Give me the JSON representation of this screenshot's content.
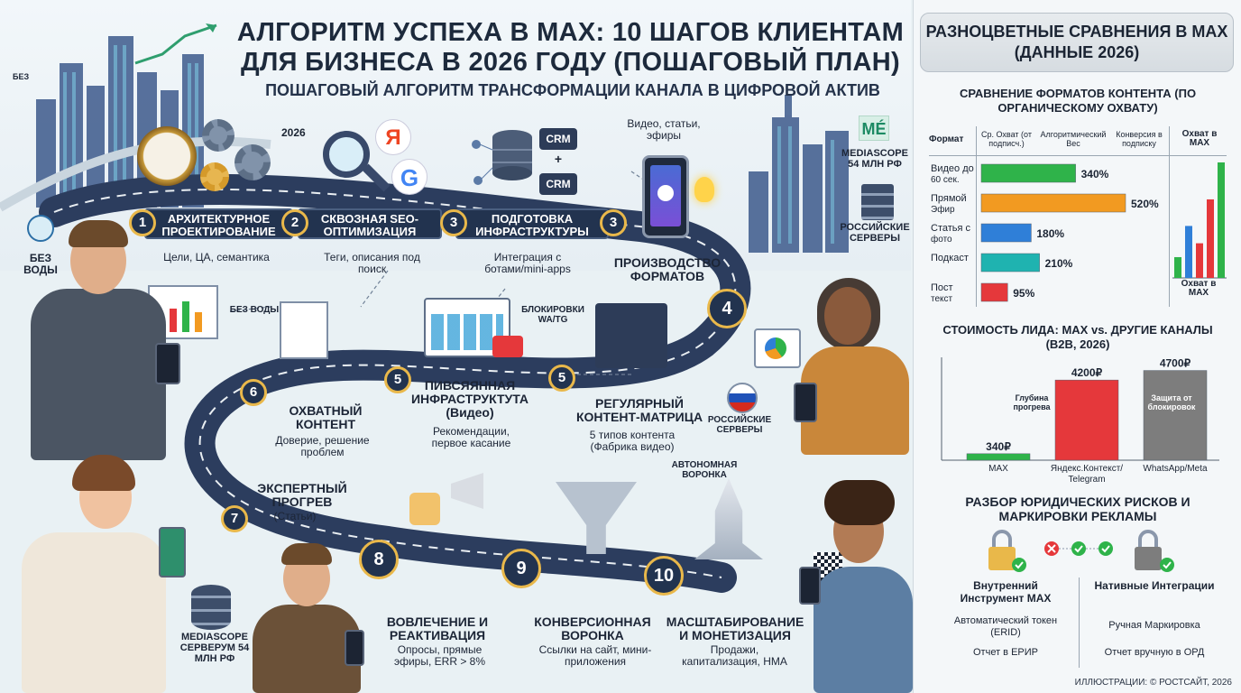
{
  "header": {
    "title_line1": "АЛГОРИТМ УСПЕХА В MAX: 10 ШАГОВ КЛИЕНТАМ",
    "title_line2": "ДЛЯ БИЗНЕСА В 2026 ГОДУ (ПОШАГОВЫЙ ПЛАН)",
    "subtitle": "ПОШАГОВЫЙ АЛГОРИТМ ТРАНСФОРМАЦИИ КАНАЛА В ЦИФРОВОЙ АКТИВ"
  },
  "illustration": {
    "year_tag": "2026",
    "top_left_tag": "БЕЗ",
    "water_label": "БЕЗ ВОДЫ",
    "water_label_2": "БЕЗ ВОДЫ",
    "video_label": "Видео, статьи, эфиры",
    "crm_1": "CRM",
    "crm_plus": "+",
    "crm_2": "CRM",
    "mediascope_logo": "MÉ",
    "mediascope_top": "MEDIASCOPE 54 МЛН РФ",
    "russian_servers_top": "РОССИЙСКИЕ СЕРВЕРЫ",
    "block_label": "БЛОКИРОВКИ WA/TG",
    "russian_servers_mid": "РОССИЙСКИЕ СЕРВЕРЫ",
    "autonomous_funnel": "АВТОНОМНАЯ ВОРОНКА",
    "mediascope_bottom": "MEDIASCOPE СЕРВЕРУМ 54 МЛН РФ",
    "yandex_letter": "Я",
    "google_letter": "G"
  },
  "steps": {
    "s1": {
      "num": "1",
      "title": "АРХИТЕКТУРНОЕ ПРОЕКТИРОВАНИЕ",
      "desc": "Цели, ЦА, семантика"
    },
    "s2": {
      "num": "2",
      "title": "СКВОЗНАЯ SEO-ОПТИМИЗАЦИЯ",
      "desc": "Теги, описания под поиск"
    },
    "s3": {
      "num": "3",
      "title": "ПОДГОТОВКА ИНФРАСТРУКТУРЫ",
      "desc": "Интеграция с ботами/mini-apps"
    },
    "s3b": {
      "num": "3"
    },
    "s4": {
      "num": "4",
      "title": "ПРОИЗВОДСТВО ФОРМАТОВ"
    },
    "s5a": {
      "num": "5",
      "title": "ПИВСЯЯННАЯ ИНФРАСТРУКТУТА (Видео)",
      "desc": "Рекомендации, первое касание"
    },
    "s5b": {
      "num": "5",
      "title": "РЕГУЛЯРНЫЙ КОНТЕНТ-МАТРИЦА",
      "desc": "5 типов контента (Фабрика видео)"
    },
    "s6": {
      "num": "6",
      "title": "ОХВАТНЫЙ КОНТЕНТ",
      "desc": "Доверие, решение проблем"
    },
    "s7": {
      "num": "7",
      "title": "ЭКСПЕРТНЫЙ ПРОГРЕВ",
      "desc": "(Статьи)"
    },
    "s8": {
      "num": "8",
      "title": "ВОВЛЕЧЕНИЕ И РЕАКТИВАЦИЯ",
      "desc": "Опросы, прямые эфиры, ERR > 8%"
    },
    "s9": {
      "num": "9",
      "title": "КОНВЕРСИОННАЯ ВОРОНКА",
      "desc": "Ссылки на сайт, мини-приложения"
    },
    "s10": {
      "num": "10",
      "title": "МАСШТАБИРОВАНИЕ И МОНЕТИЗАЦИЯ",
      "desc": "Продажи, капитализация, НМА"
    }
  },
  "panel": {
    "title": "РАЗНОЦВЕТНЫЕ СРАВНЕНИЯ В MAX (ДАННЫЕ 2026)",
    "table_title": "СРАВНЕНИЕ ФОРМАТОВ КОНТЕНТА (ПО ОРГАНИЧЕСКОМУ ОХВАТУ)",
    "col_format": "Формат",
    "col_reach": "Ср. Охват (от подписч.)",
    "col_weight": "Алгоритмический Вес",
    "col_conv": "Конверсия в подписку",
    "col_max": "Охват в MAX",
    "mini_chart_label": "Охват в MAX",
    "cost_title": "СТОИМОСТЬ ЛИДА: MAX vs. ДРУГИЕ КАНАЛЫ (B2B, 2026)",
    "cost_annot_depth": "Глубина прогрева",
    "cost_annot_block": "Защита от блокировок",
    "legal_title": "РАЗБОР ЮРИДИЧЕСКИХ РИСКОВ И МАРКИРОВКИ РЕКЛАМЫ",
    "legal_left_title": "Внутренний Инструмент MAX",
    "legal_left_1": "Автоматический токен (ERID)",
    "legal_left_2": "Отчет в ЕРИР",
    "legal_right_title": "Нативные Интеграции",
    "legal_right_1": "Ручная Маркировка",
    "legal_right_2": "Отчет вручную в ОРД",
    "footer": "ИЛЛЮСТРАЦИИ: © РОСТСАЙТ, 2026"
  },
  "colors": {
    "navy": "#22334f",
    "gold": "#e9b84a",
    "green": "#2fb34a",
    "orange": "#f29a21",
    "blue": "#2f7fd8",
    "teal": "#1fb3b0",
    "red": "#e5383b",
    "gray": "#7d7d7d"
  },
  "chart_data": [
    {
      "type": "bar",
      "orientation": "horizontal",
      "categories": [
        "Видео до 60 сек.",
        "Прямой Эфир",
        "Статья с фото",
        "Подкаст",
        "Пост текст"
      ],
      "values": [
        340,
        520,
        180,
        210,
        95
      ],
      "value_labels": [
        "340%",
        "520%",
        "180%",
        "210%",
        "95%"
      ],
      "colors": [
        "#2fb34a",
        "#f29a21",
        "#2f7fd8",
        "#1fb3b0",
        "#e5383b"
      ]
    },
    {
      "type": "bar",
      "orientation": "vertical",
      "values": [
        18,
        45,
        30,
        68,
        100
      ],
      "colors": [
        "#2fb34a",
        "#2f7fd8",
        "#e5383b",
        "#e5383b",
        "#2fb34a"
      ]
    },
    {
      "type": "bar",
      "categories": [
        "MAX",
        "Яндекс.Контекст/ Telegram",
        "WhatsApp/Meta"
      ],
      "values": [
        340,
        4200,
        4700
      ],
      "value_labels": [
        "340₽",
        "4200₽",
        "4700₽"
      ],
      "colors": [
        "#2fb34a",
        "#e5383b",
        "#7d7d7d"
      ],
      "ylim": [
        0,
        5200
      ]
    }
  ]
}
